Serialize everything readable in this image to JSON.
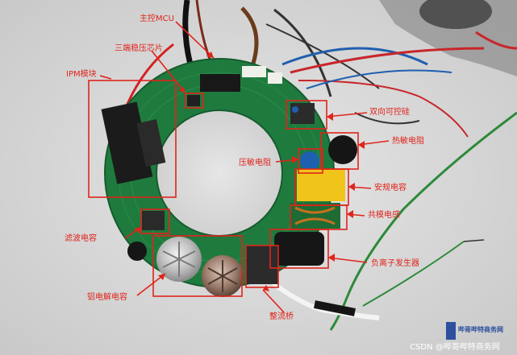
{
  "colors": {
    "accent": "#e0241b",
    "pcb": "#1f7a3e",
    "watermark_logo": "#2d4f9e"
  },
  "annotations": [
    {
      "id": "mcu",
      "text": "主控MCU"
    },
    {
      "id": "regulator",
      "text": "三端稳压芯片"
    },
    {
      "id": "ipm",
      "text": "IPM模块"
    },
    {
      "id": "triac",
      "text": "双向可控硅"
    },
    {
      "id": "ntc",
      "text": "热敏电阻"
    },
    {
      "id": "varistor",
      "text": "压敏电阻"
    },
    {
      "id": "xcap",
      "text": "安规电容"
    },
    {
      "id": "choke",
      "text": "共模电感"
    },
    {
      "id": "filtercap",
      "text": "滤波电容"
    },
    {
      "id": "ion",
      "text": "负离子发生器"
    },
    {
      "id": "elcap",
      "text": "铝电解电容"
    },
    {
      "id": "rectifier",
      "text": "整流桥"
    }
  ],
  "watermark": {
    "logo_text": "哔哥哔特商务网",
    "credit": "CSDN @哔哥哔特商务网"
  }
}
